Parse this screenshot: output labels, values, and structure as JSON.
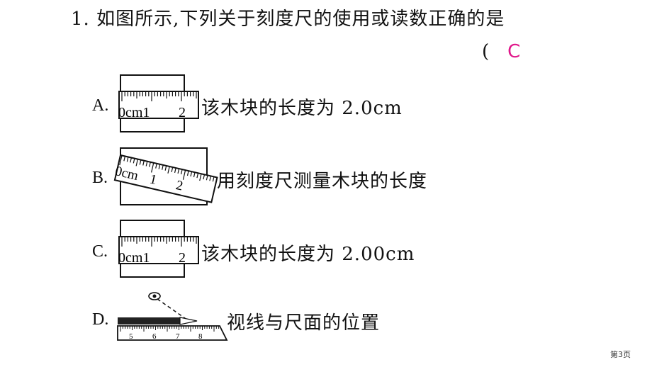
{
  "question": "1. 如图所示,下列关于刻度尺的使用或读数正确的是",
  "answer": {
    "bracket": "(",
    "letter": "C"
  },
  "options": [
    {
      "letter": "A.",
      "text": "该木块的长度为 2.0cm",
      "ruler_labels": [
        "0cm1",
        "2"
      ]
    },
    {
      "letter": "B.",
      "text": "用刻度尺测量木块的长度",
      "ruler_labels": [
        "0cm",
        "1",
        "2"
      ]
    },
    {
      "letter": "C.",
      "text": "该木块的长度为 2.00cm",
      "ruler_labels": [
        "0cm1",
        "2"
      ]
    },
    {
      "letter": "D.",
      "text": "视线与尺面的位置",
      "ruler_labels": [
        "5",
        "6",
        "7",
        "8"
      ]
    }
  ],
  "page_number": "第3页"
}
